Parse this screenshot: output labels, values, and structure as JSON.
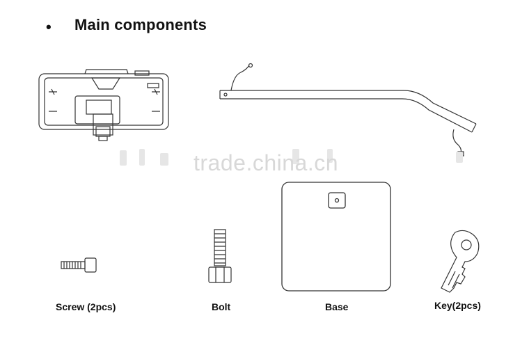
{
  "heading": {
    "bullet": "•",
    "title": "Main components"
  },
  "components": {
    "screw": "Screw (2pcs)",
    "bolt": "Bolt",
    "base": "Base",
    "key": "Key(2pcs)"
  },
  "watermark": "trade.china.cn"
}
